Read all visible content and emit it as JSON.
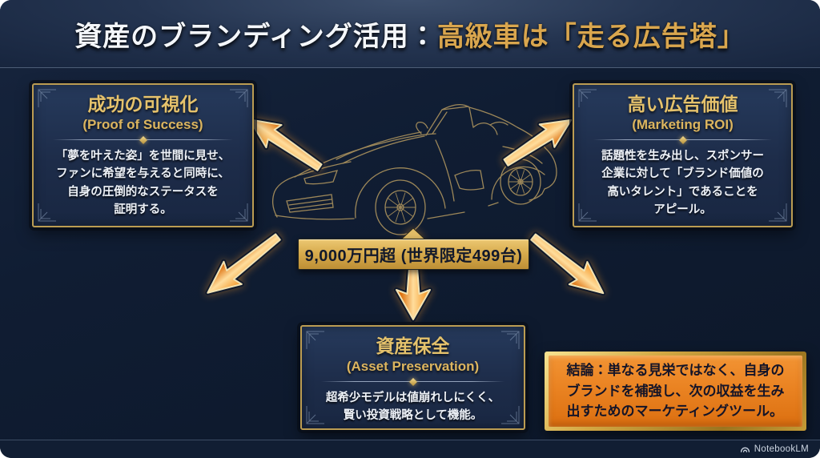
{
  "header": {
    "title_plain": "資産のブランディング活用：",
    "title_accent": "高級車は「走る広告塔」"
  },
  "boxes": [
    {
      "title": "成功の可視化",
      "subtitle": "(Proof of Success)",
      "body": "「夢を叶えた姿」を世間に見せ、\nファンに希望を与えると同時に、\n自身の圧倒的なステータスを\n証明する。"
    },
    {
      "title": "高い広告価値",
      "subtitle": "(Marketing ROI)",
      "body": "話題性を生み出し、スポンサー\n企業に対して「ブランド価値の\n高いタレント」であることを\nアピール。"
    },
    {
      "title": "資産保全",
      "subtitle": "(Asset Preservation)",
      "body": "超希少モデルは値崩れしにくく、\n賢い投資戦略として機能。"
    }
  ],
  "price_badge": "9,000万円超 (世界限定499台)",
  "conclusion": "結論：単なる見栄ではなく、自身の\nブランドを補強し、次の収益を生み\n出すためのマーケティングツール。",
  "footer": {
    "brand": "NotebookLM"
  },
  "icons": {
    "footer_logo": "notebooklm-arcs",
    "arrow_style": "orange-barbed-arrow"
  },
  "colors": {
    "background": "#0f1c31",
    "panel": "#1d2c49",
    "gold_border": "#bb9c52",
    "gold_text": "#e5c26c",
    "title_accent": "#d9a64e",
    "arrow_orange": "#ee8420",
    "badge_gold": "#d8ac4e",
    "conclusion_orange": "#ea8322",
    "conclusion_text": "#141428"
  }
}
